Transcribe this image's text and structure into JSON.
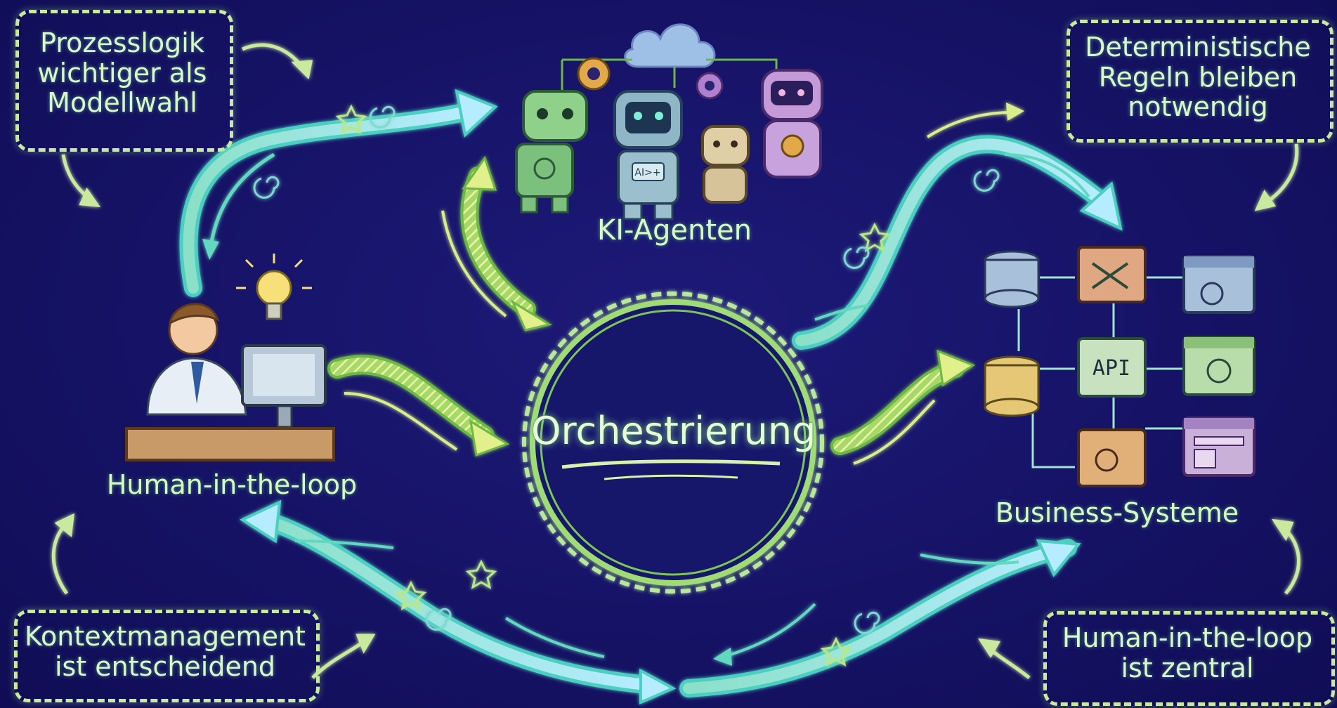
{
  "center": {
    "label": "Orchestrierung"
  },
  "nodes": {
    "agents": "KI-Agenten",
    "human": "Human-in-the-loop",
    "business": "Business-Systeme",
    "api": "API",
    "chip": "AI>+"
  },
  "notes": {
    "top_left": "Prozesslogik\nwichtiger als\nModellwahl",
    "top_right": "Deterministische\nRegeln bleiben\nnotwendig",
    "bottom_left": "Kontextmanagement\nist entscheidend",
    "bottom_right": "Human-in-the-loop\nist zentral"
  },
  "colors": {
    "background": "#17146a",
    "arrow_fill": "#9fe6cc",
    "arrow_outline": "#6fe0d0",
    "hatched_arrow": "#d8ee8a",
    "note_border": "#c8e99e",
    "text_glow": "#d9f8c6",
    "ring": "#9fdc74"
  }
}
